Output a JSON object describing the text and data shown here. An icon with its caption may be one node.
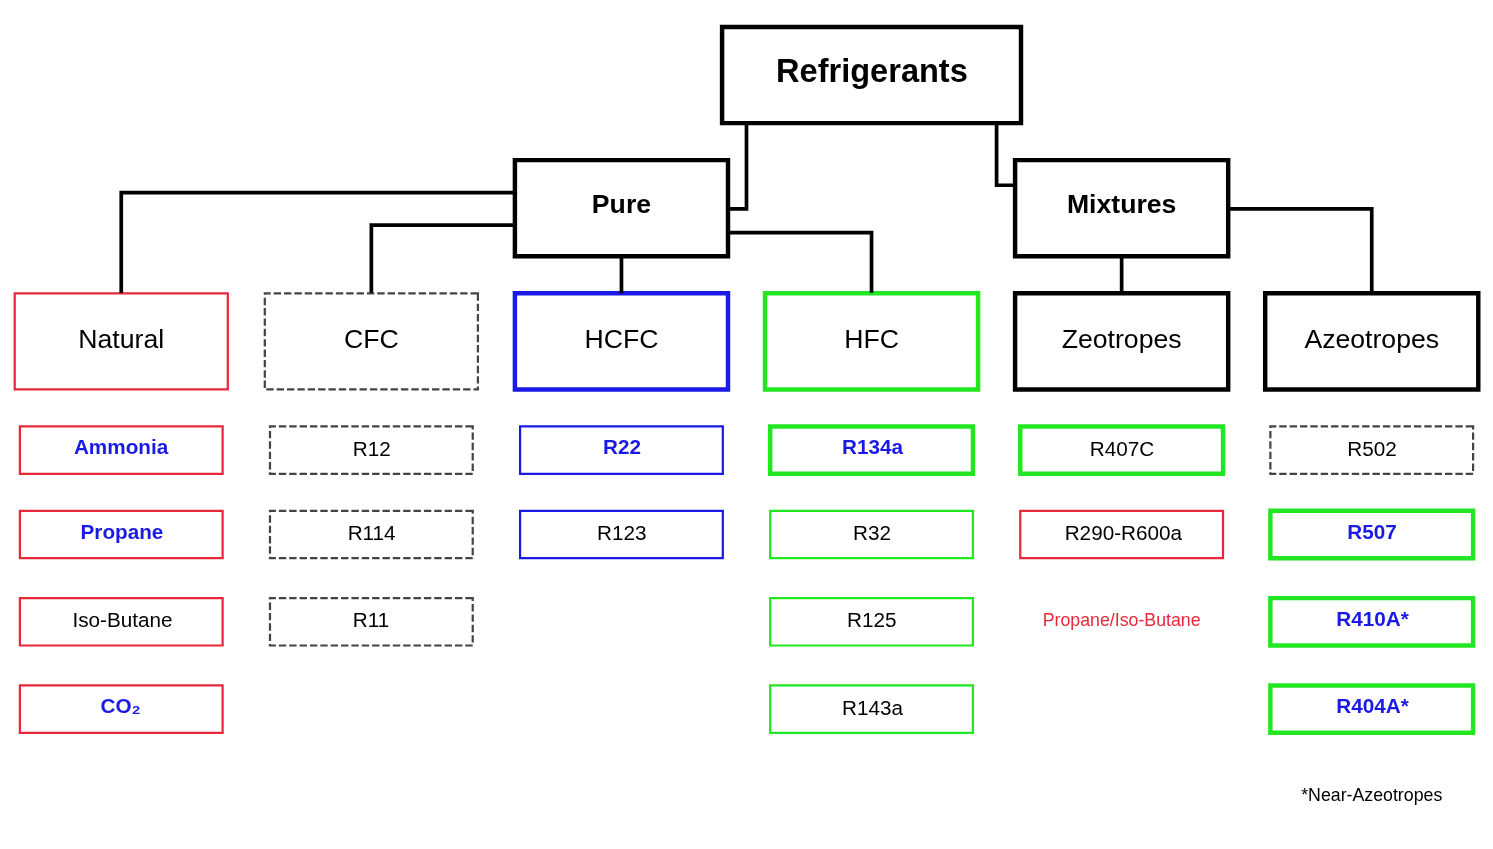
{
  "diagram": {
    "nodes": [
      {
        "text": [
          "Refrigerants"
        ]
      },
      {
        "text": [
          "Pure"
        ]
      },
      {
        "text": [
          "Mixtures"
        ]
      },
      {
        "text": [
          "Natural"
        ]
      },
      {
        "text": [
          "CFC"
        ]
      },
      {
        "text": [
          "HCFC"
        ]
      },
      {
        "text": [
          "HFC"
        ]
      },
      {
        "text": [
          "Zeotropes"
        ]
      },
      {
        "text": [
          "Azeotropes"
        ]
      },
      {
        "text": [
          "Ammonia"
        ]
      },
      {
        "text": [
          "Propane"
        ]
      },
      {
        "text": [
          "Iso-Butane"
        ]
      },
      {
        "text": [
          "CO₂"
        ]
      },
      {
        "text": [
          "R12"
        ]
      },
      {
        "text": [
          "R114"
        ]
      },
      {
        "text": [
          "R11"
        ]
      },
      {
        "text": [
          "R22"
        ]
      },
      {
        "text": [
          "R123"
        ]
      },
      {
        "text": [
          "R134a"
        ]
      },
      {
        "text": [
          "R32"
        ]
      },
      {
        "text": [
          "R125"
        ]
      },
      {
        "text": [
          "R143a"
        ]
      },
      {
        "text": [
          "R407C"
        ]
      },
      {
        "text": [
          "R290-R600a"
        ],
        "beside": [
          "Propane/Iso-Butane"
        ]
      },
      {
        "text": [
          "R502"
        ]
      },
      {
        "text": [
          "R507"
        ]
      },
      {
        "text": [
          "R410A*"
        ]
      },
      {
        "text": [
          "R404A*"
        ]
      }
    ],
    "edges": [
      {
        "from": 0,
        "to": 1,
        "arrow": "none"
      },
      {
        "from": 0,
        "to": 2,
        "arrow": "none"
      },
      {
        "from": 1,
        "to": 3,
        "arrow": "none"
      },
      {
        "from": 1,
        "to": 4,
        "arrow": "none"
      },
      {
        "from": 1,
        "to": 5,
        "arrow": "none"
      },
      {
        "from": 1,
        "to": 6,
        "arrow": "none"
      },
      {
        "from": 2,
        "to": 7,
        "arrow": "none"
      },
      {
        "from": 2,
        "to": 8,
        "arrow": "none"
      }
    ],
    "labels": [
      "*Near-Azeotropes"
    ]
  }
}
